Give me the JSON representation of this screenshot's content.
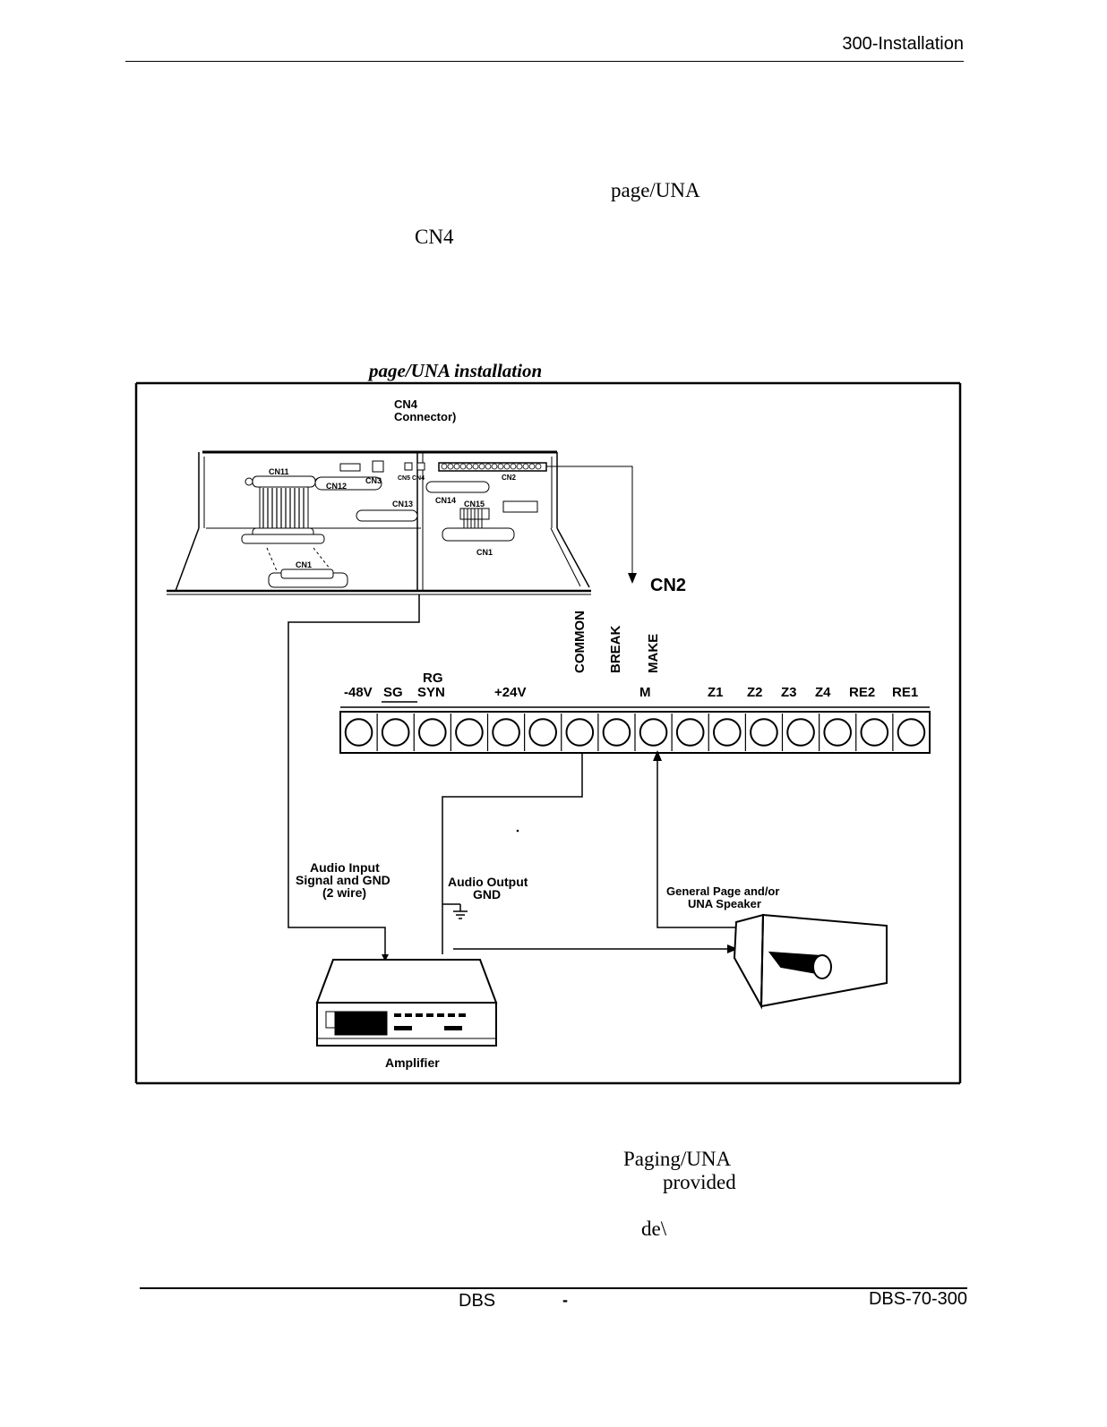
{
  "header": {
    "section": "300-Installation"
  },
  "body_fragments": {
    "page_una": "page/UNA",
    "cn4": "CN4"
  },
  "figure": {
    "caption": "page/UNA installation",
    "callout_cn4": "CN4",
    "callout_connector": "Connector)",
    "board_labels": [
      "CN11",
      "CN12",
      "CN3",
      "CN5",
      "CN4",
      "CN2",
      "CN13",
      "CN14",
      "CN15",
      "CN1",
      "CN1"
    ],
    "cn2_label": "CN2",
    "relay_labels": [
      "COMMON",
      "BREAK",
      "MAKE"
    ],
    "terminal_labels": {
      "minus48v": "-48V",
      "sg": "SG",
      "rg": "RG",
      "syn": "SYN",
      "plus24v": "+24V",
      "m": "M",
      "z1": "Z1",
      "z2": "Z2",
      "z3": "Z3",
      "z4": "Z4",
      "re2": "RE2",
      "re1": "RE1"
    },
    "terminal_count": 16,
    "audio_input": [
      "Audio Input",
      "Signal and GND",
      "(2 wire)"
    ],
    "audio_output": [
      "Audio Output",
      "GND"
    ],
    "speaker_label": [
      "General Page and/or",
      "UNA Speaker"
    ],
    "amplifier_label": "Amplifier"
  },
  "lower_fragments": {
    "paging_una": "Paging/UNA",
    "provided": "provided",
    "dev": "de\\"
  },
  "footer": {
    "center": "DBS",
    "dash": "-",
    "right": "DBS-70-300"
  }
}
